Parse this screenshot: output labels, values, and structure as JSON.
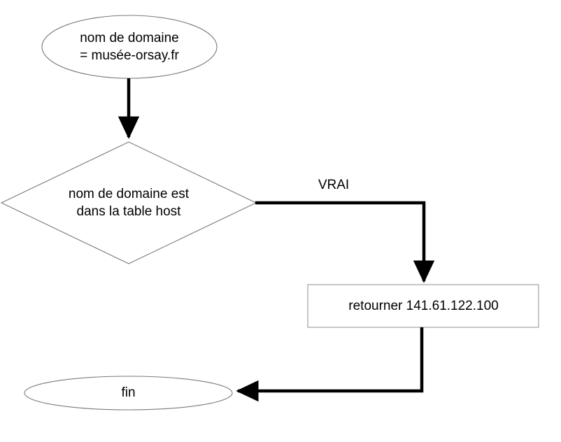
{
  "diagram": {
    "type": "flowchart",
    "title": "",
    "language": "fr",
    "background_color": "#ffffff",
    "shape_stroke_color": "#808080",
    "connector_color": "#000000",
    "text_color": "#000000",
    "nodes": [
      {
        "id": "start",
        "shape": "ellipse",
        "line1": "nom de domaine",
        "line2": "= musée-orsay.fr",
        "text": "nom de domaine\n= musée-orsay.fr"
      },
      {
        "id": "decision",
        "shape": "diamond",
        "line1": "nom de domaine est",
        "line2": "dans la table host",
        "text": "nom de domaine est\ndans la table host"
      },
      {
        "id": "process",
        "shape": "rectangle",
        "text": "retourner 141.61.122.100"
      },
      {
        "id": "end",
        "shape": "ellipse",
        "text": "fin"
      }
    ],
    "edges": [
      {
        "id": "start-to-decision",
        "from": "start",
        "to": "decision",
        "label": ""
      },
      {
        "id": "decision-to-process",
        "from": "decision",
        "to": "process",
        "label": "VRAI"
      },
      {
        "id": "process-to-end",
        "from": "process",
        "to": "end",
        "label": ""
      }
    ]
  }
}
